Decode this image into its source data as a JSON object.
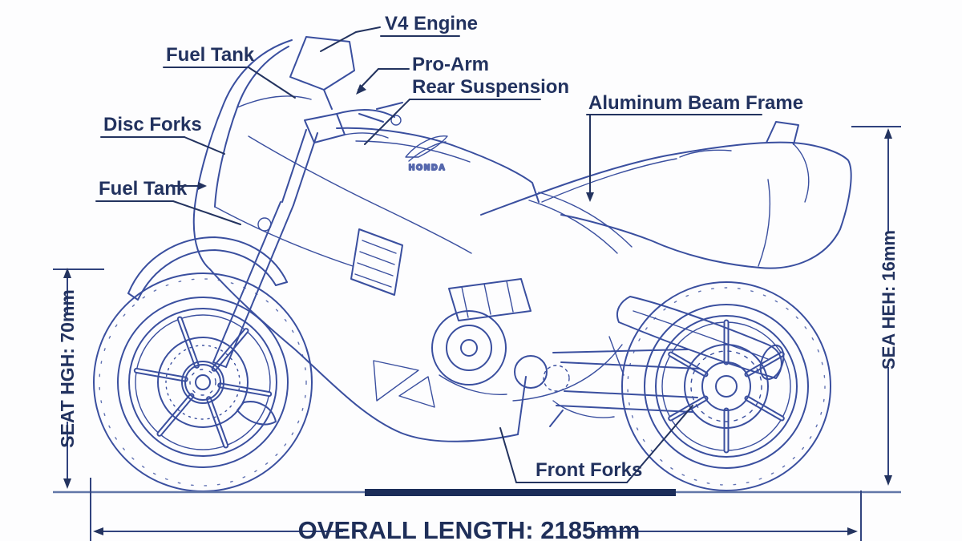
{
  "diagram": {
    "kind": "motorcycle-blueprint",
    "background_color": "#fdfdfe",
    "line_color": "#3a4f9f",
    "label_color": "#22325f",
    "ground_bar_color": "#1b2d59",
    "ground_line_color": "#6277a8"
  },
  "labels": {
    "v4_engine": "V4 Engine",
    "fuel_tank_top": "Fuel Tank",
    "pro_arm_line1": "Pro-Arm",
    "pro_arm_line2": "Rear Suspension",
    "aluminum_beam_frame": "Aluminum Beam Frame",
    "disc_forks": "Disc Forks",
    "fuel_tank_side": "Fuel Tank",
    "front_forks": "Front Forks"
  },
  "dimensions": {
    "seat_height_left": "SEAT HGH: 70mm",
    "height_right": "SEA HEH: 16mm",
    "overall_length": "OVERALL LENGTH: 2185mm"
  },
  "badge": {
    "tank_text": "HONDA"
  }
}
